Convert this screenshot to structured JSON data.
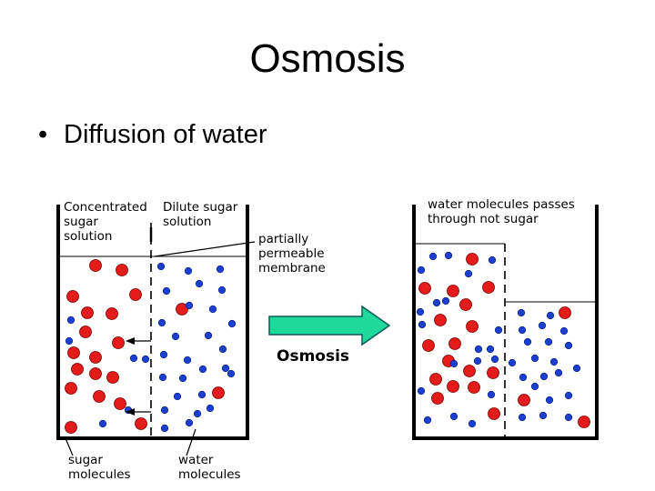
{
  "title": "Osmosis",
  "bullet": "Diffusion of water",
  "labels": {
    "concentrated": [
      "Concentrated",
      "sugar",
      "solution"
    ],
    "dilute": [
      "Dilute sugar",
      "solution"
    ],
    "membrane": [
      "partially",
      "permeable",
      "membrane"
    ],
    "passes": [
      "water molecules passes",
      "through not sugar"
    ],
    "sugar_molecules": [
      "sugar",
      "molecules"
    ],
    "water_molecules": [
      "water",
      "molecules"
    ],
    "process": "Osmosis"
  },
  "colors": {
    "sugar": "#e31b1b",
    "water": "#1a3fd1",
    "arrow_fill": "#1ed99a",
    "arrow_stroke": "#0b5a55",
    "line": "#000000"
  },
  "bullet_icon": "bullet-dot"
}
